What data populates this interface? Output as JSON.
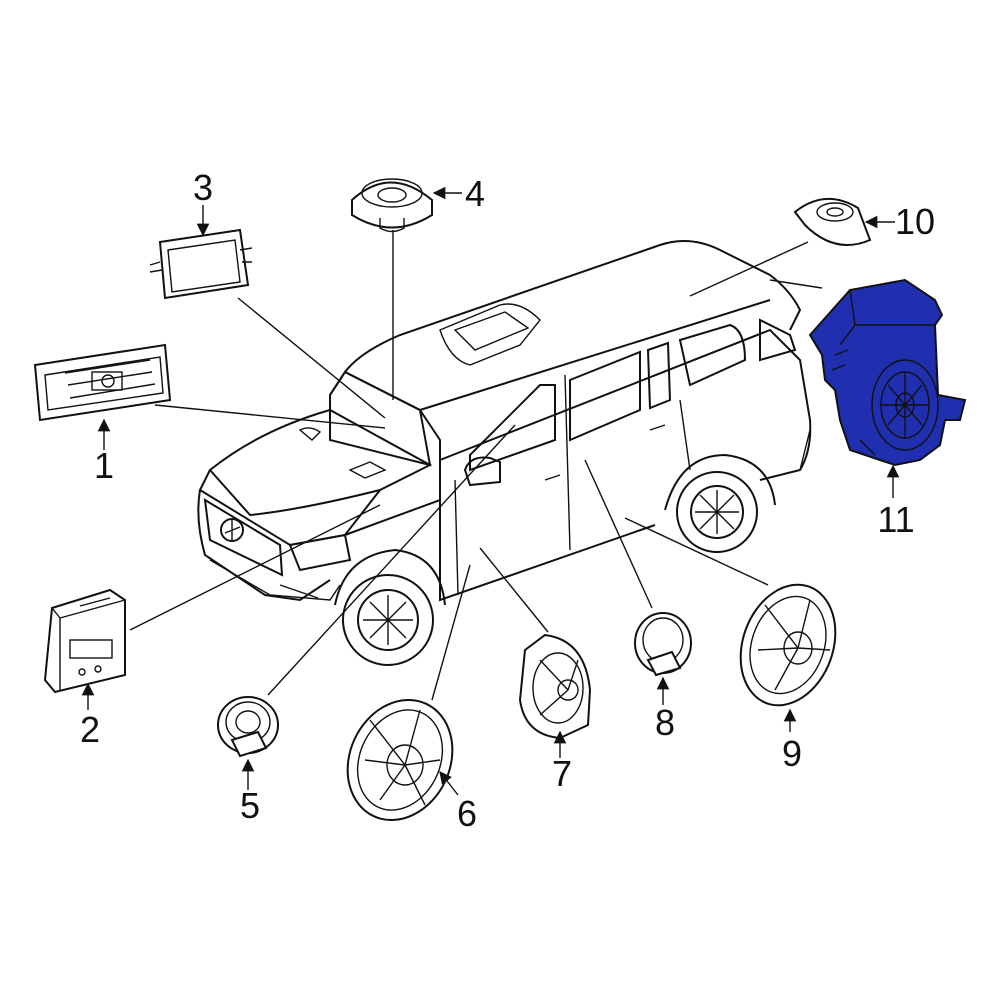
{
  "diagram": {
    "highlight_color": "#1f2fb0",
    "highlighted_part": "11",
    "callouts": {
      "c1": "1",
      "c2": "2",
      "c3": "3",
      "c4": "4",
      "c5": "5",
      "c6": "6",
      "c7": "7",
      "c8": "8",
      "c9": "9",
      "c10": "10",
      "c11": "11"
    }
  }
}
